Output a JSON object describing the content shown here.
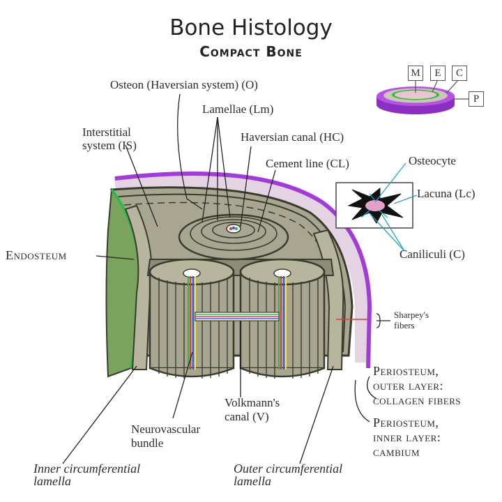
{
  "title": "Bone Histology",
  "subtitle": "Compact Bone",
  "key": {
    "m": "M",
    "e": "E",
    "c": "C",
    "p": "P"
  },
  "labels": {
    "osteon": "Osteon (Haversian system) (O)",
    "lamellae": "Lamellae (Lm)",
    "interstitial_1": "Interstitial",
    "interstitial_2": "system (IS)",
    "haversian_canal": "Haversian canal (HC)",
    "cement_line": "Cement line (CL)",
    "osteocyte": "Osteocyte",
    "lacuna": "Lacuna (Lc)",
    "canaliculi": "Caniliculi (C)",
    "endosteum": "Endosteum",
    "sharpeys_1": "Sharpey's",
    "sharpeys_2": "fibers",
    "periosteum_outer_1": "Periosteum,",
    "periosteum_outer_2": "outer layer:",
    "periosteum_outer_3": "collagen fibers",
    "periosteum_inner_1": "Periosteum,",
    "periosteum_inner_2": "inner layer:",
    "periosteum_inner_3": "cambium",
    "volkmanns_1": "Volkmann's",
    "volkmanns_2": "canal (V)",
    "neurovascular_1": "Neurovascular",
    "neurovascular_2": "bundle",
    "inner_circ_1": "Inner circumferential",
    "inner_circ_2": "lamella",
    "outer_circ_1": "Outer circumferential",
    "outer_circ_2": "lamella"
  },
  "colors": {
    "bone_fill": "#a8a690",
    "bone_dark": "#8e8c76",
    "bone_outline": "#3a3a2e",
    "endosteum_green": "#2fb84a",
    "periosteum_purple": "#a23bd8",
    "periosteum_light": "#e4d3e3",
    "marrow_green": "#7aa35e",
    "leader": "#222222",
    "canaliculi_blue": "#2aa4c8"
  },
  "icons": [
    "osteocyte-lacuna-inset",
    "bone-layers-key-disc"
  ]
}
